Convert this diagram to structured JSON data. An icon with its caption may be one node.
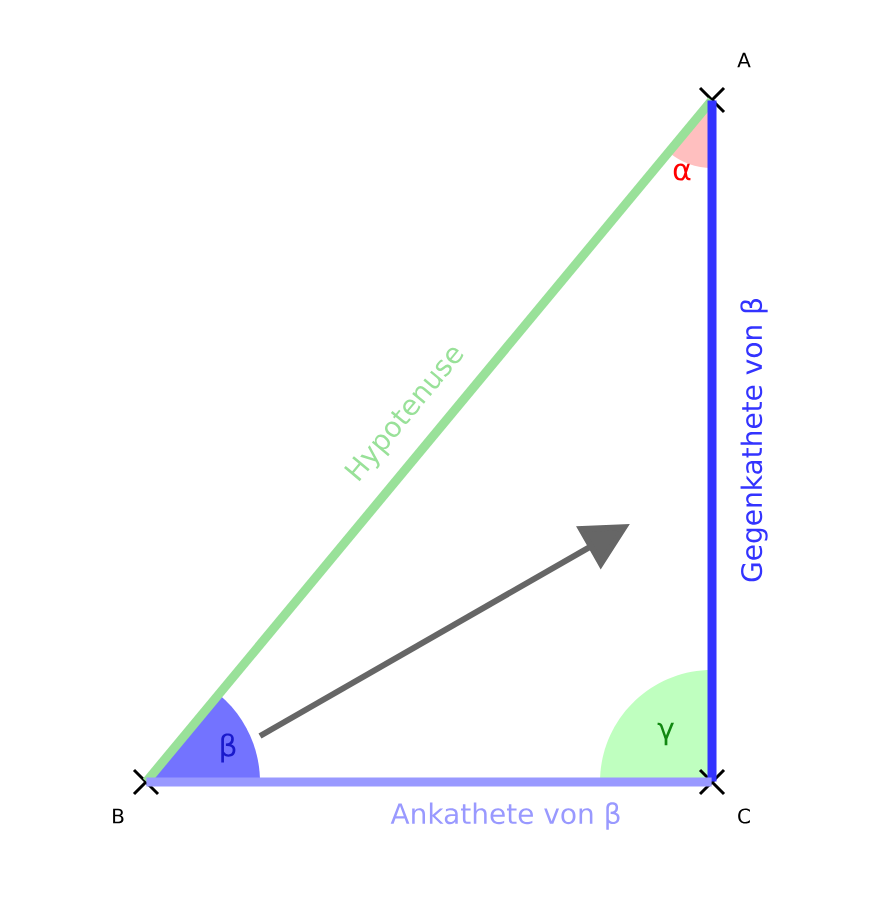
{
  "diagram": {
    "nodes": [
      {
        "text": [],
        "shape": "cross",
        "beside": [
          "A"
        ]
      },
      {
        "text": [],
        "shape": "cross",
        "beside": [
          "B"
        ]
      },
      {
        "text": [],
        "shape": "cross",
        "beside": [
          "C"
        ]
      }
    ],
    "edges": [
      {
        "from": 1,
        "to": 0,
        "arrow": "none",
        "label": "Hypotenuse",
        "color": "#99e199"
      },
      {
        "from": 2,
        "to": 0,
        "arrow": "none",
        "label": "Gegenkathete von β",
        "color": "#3333ff"
      },
      {
        "from": 1,
        "to": 2,
        "arrow": "none",
        "label": "Ankathete von β",
        "color": "#9999ff"
      }
    ],
    "labels": [
      "α",
      "β",
      "γ"
    ]
  }
}
